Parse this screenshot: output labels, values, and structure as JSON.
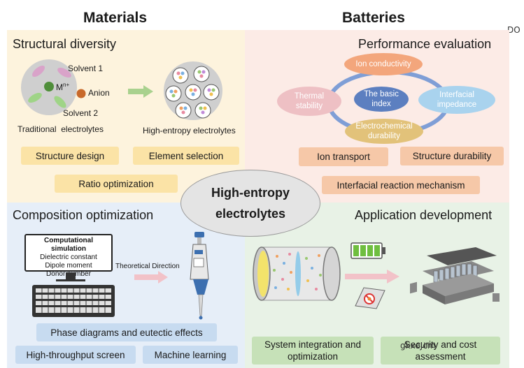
{
  "headers": {
    "materials": "Materials",
    "batteries": "Batteries",
    "corner_tag": "DO"
  },
  "center": {
    "line1": "High-entropy",
    "line2": "electrolytes"
  },
  "structural_diversity": {
    "title": "Structural diversity",
    "solvent1": "Solvent 1",
    "solvent2": "Solvent 2",
    "cation": "M",
    "cation_sup": "n+",
    "anion": "Anion",
    "traditional": "Traditional  electrolytes",
    "high_entropy": "High-entropy electrolytes",
    "pills": [
      "Structure design",
      "Element selection",
      "Ratio optimization"
    ]
  },
  "performance_evaluation": {
    "title": "Performance evaluation",
    "ovals": {
      "ion_conductivity": "Ion conductivity",
      "thermal_stability": "Thermal stability",
      "basic_index": "The basic index",
      "interfacial_impedance": "Interfacial impedance",
      "electrochemical_durability": "Electrochemical durability"
    },
    "pills": [
      "Ion transport",
      "Structure durability",
      "Interfacial reaction mechanism"
    ]
  },
  "composition_optimization": {
    "title": "Composition optimization",
    "computer_lines": [
      "Computational simulation",
      "Dielectric constant",
      "Dipole moment",
      "Donor number"
    ],
    "theoretical_direction": "Theoretical Direction",
    "pills": [
      "Phase diagrams and eutectic effects",
      "High-throughput screen",
      "Machine learning"
    ]
  },
  "application_development": {
    "title": "Application development",
    "pills": [
      "System integration and optimization",
      "Security and cost assessment"
    ],
    "watermark": "gkxeJcm"
  },
  "colors": {
    "materials_top": "#fdf3dd",
    "batteries_top": "#fcebe6",
    "composition_bg": "#e6eef8",
    "application_bg": "#e8f2e6",
    "ion_conductivity": "#f3a67c",
    "thermal_stability": "#eec0c4",
    "basic_index": "#5c7fc0",
    "interfacial_impedance": "#a9d3ee",
    "electrochemical_durability": "#e2c27a"
  }
}
